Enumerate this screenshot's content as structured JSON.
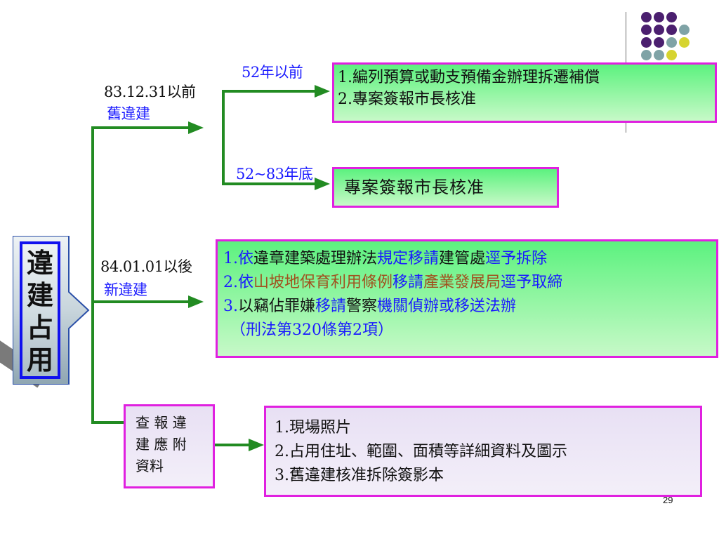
{
  "main_box": {
    "chars": [
      "違",
      "建",
      "占",
      "用"
    ]
  },
  "branch_old": {
    "date": "83.12.31以前",
    "title": "舊違建"
  },
  "branch_new": {
    "date": "84.01.01以後",
    "title": "新違建"
  },
  "sub_pre52": {
    "label": "52年以前"
  },
  "sub_52_83": {
    "label": "52~83年底"
  },
  "box_pre52": {
    "items": [
      "1.編列預算或動支預備金辦理拆遷補償",
      "2.專案簽報市長核准"
    ]
  },
  "box_52_83": {
    "text": "專案簽報市長核准"
  },
  "box_new": {
    "line1": {
      "num": "1.",
      "p1": "依",
      "p2": "違章建築處理辦法",
      "p3": "規定移請",
      "p4": "建管處",
      "p5": "逕予拆除"
    },
    "line2": {
      "num": "2.",
      "p1": "依",
      "p2": "山坡地保育利用條例",
      "p3": "移請",
      "p4": "產業發展局",
      "p5": "逕予取締"
    },
    "line3": {
      "num": "3.",
      "p1": "以竊佔罪嫌",
      "p2": "移請",
      "p3": "警察",
      "p4": "機關偵辦或移送法辦"
    },
    "line4": "（刑法第320條第2項）"
  },
  "box_report": {
    "lines": [
      "查 報 違",
      "建 應 附",
      "資料"
    ]
  },
  "box_attach": {
    "items": [
      "1.現場照片",
      "2.占用住址、範圍、面積等詳細資料及圖示",
      "3.舊違建核准拆除簽影本"
    ]
  },
  "page_number": "29",
  "colors": {
    "purple": "#4b1f6f",
    "teal": "#7fa3a6",
    "yellow": "#d6d430",
    "flow_green": "#228b22",
    "box_border": "#e020e0",
    "text_blue": "#1a1aff",
    "text_brown": "#a0521f"
  }
}
